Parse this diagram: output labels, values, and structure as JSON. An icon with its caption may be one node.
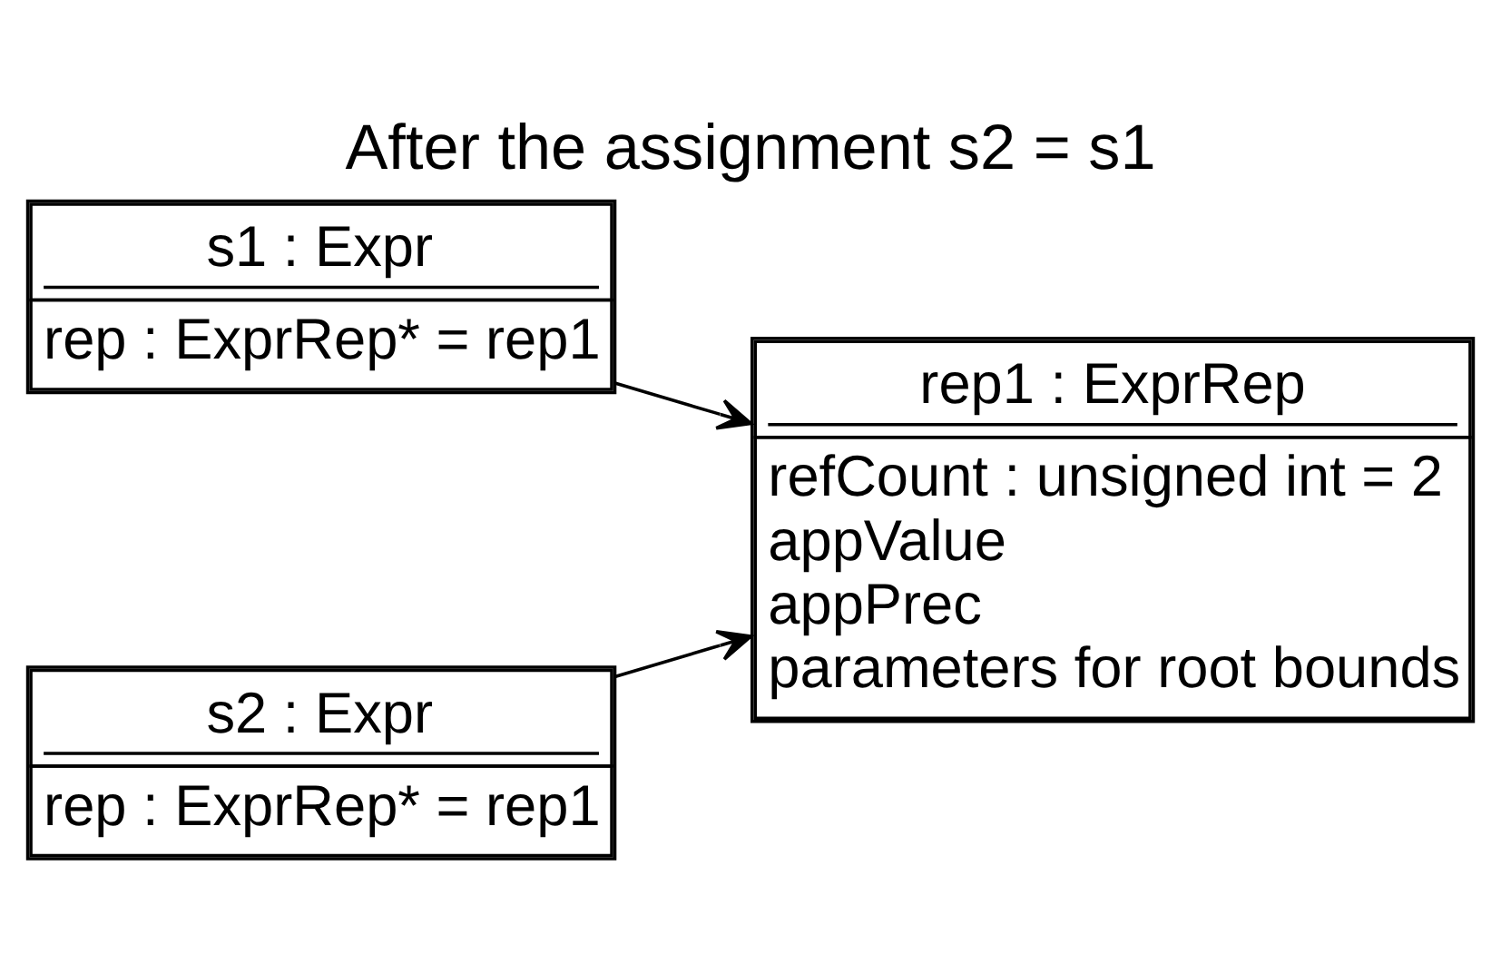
{
  "diagram": {
    "title": "After the assignment s2 = s1",
    "nodes": [
      {
        "text": [
          "s1 : Expr",
          "rep : ExprRep* = rep1"
        ]
      },
      {
        "text": [
          "rep1 : ExprRep",
          "refCount : unsigned int = 2",
          "appValue",
          "appPrec",
          "parameters for root bounds"
        ]
      },
      {
        "text": [
          "s2 : Expr",
          "rep : ExprRep* = rep1"
        ]
      }
    ],
    "edges": [
      {
        "from": 0,
        "to": 1,
        "arrow": "to"
      },
      {
        "from": 2,
        "to": 1,
        "arrow": "to"
      }
    ]
  }
}
